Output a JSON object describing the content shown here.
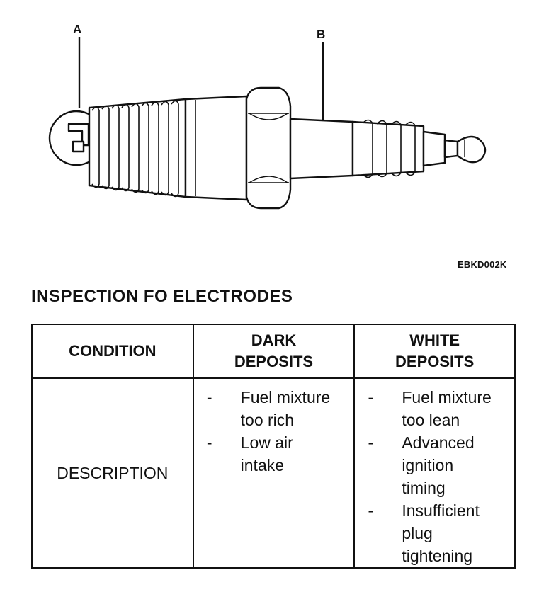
{
  "figure": {
    "callout_a": "A",
    "callout_b": "B",
    "code": "EBKD002K"
  },
  "title": "INSPECTION FO ELECTRODES",
  "table": {
    "headers": {
      "condition": "CONDITION",
      "dark": "DARK\nDEPOSITS",
      "white": "WHITE\nDEPOSITS"
    },
    "row_label": "DESCRIPTION",
    "dark_items": [
      "Fuel mixture\ntoo rich",
      "Low air\nintake"
    ],
    "white_items": [
      "Fuel mixture\ntoo lean",
      "Advanced\nignition\ntiming",
      "Insufficient\nplug\ntightening"
    ],
    "bullet": "-"
  }
}
